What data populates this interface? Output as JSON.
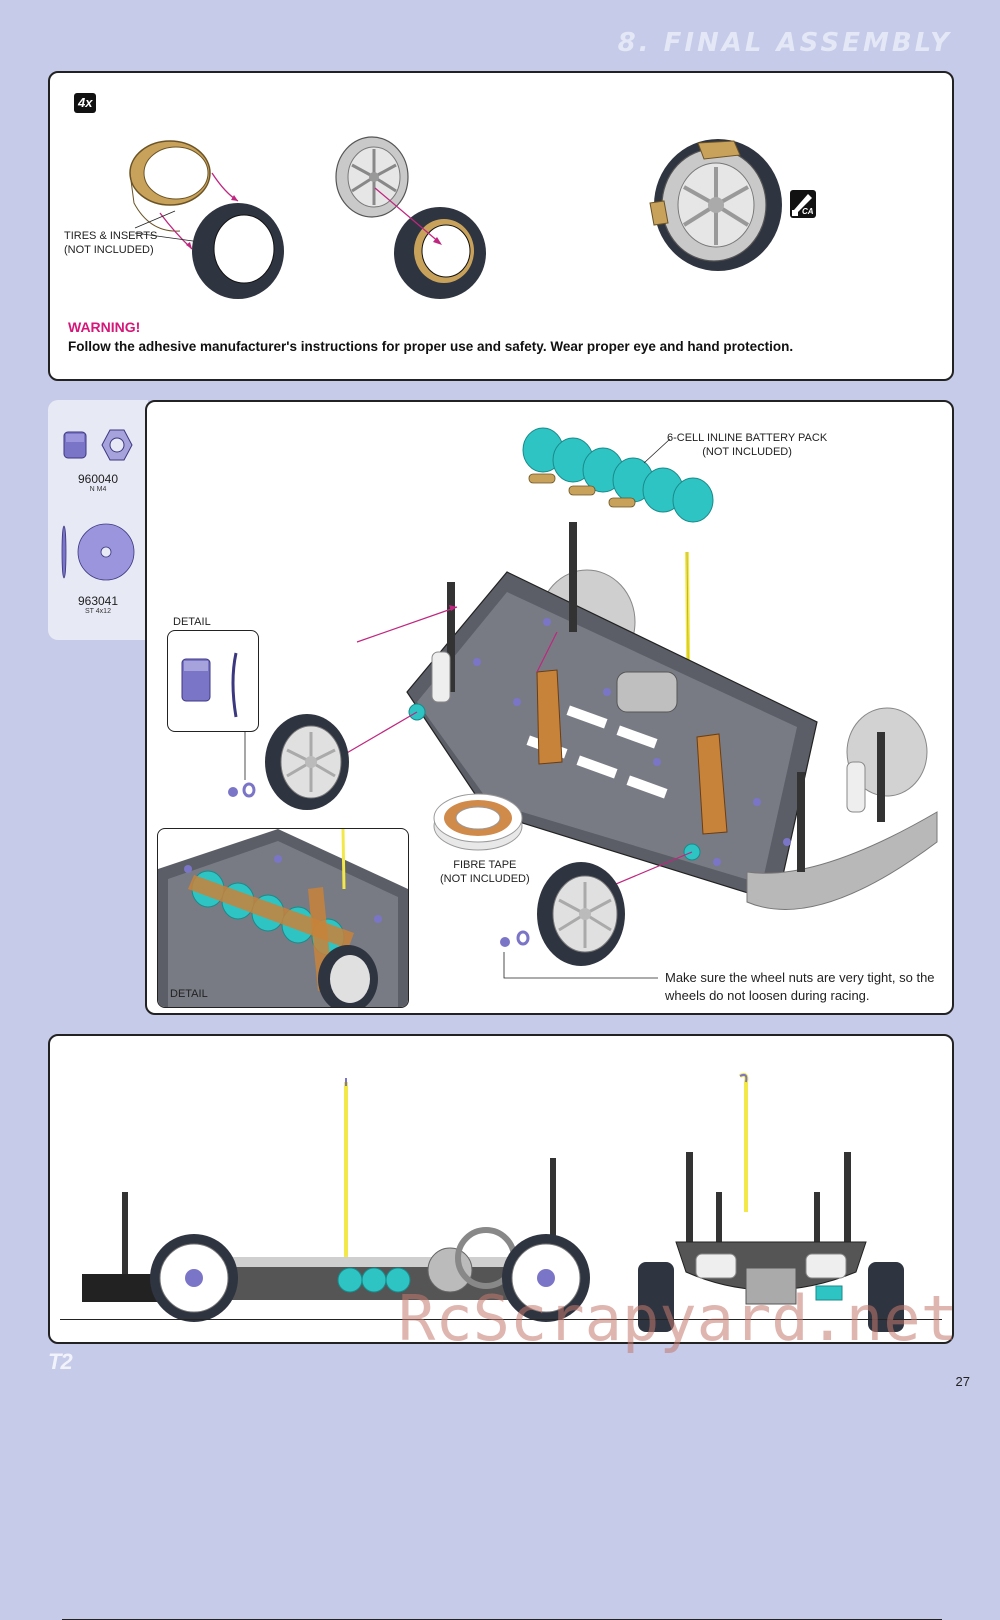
{
  "header": {
    "title": "8. FINAL ASSEMBLY"
  },
  "step1": {
    "badge": "4x",
    "tires_label_line1": "TIRES & INSERTS",
    "tires_label_line2": "(NOT INCLUDED)",
    "glue_icon_label": "CA",
    "warning_title": "WARNING!",
    "warning_text": "Follow the adhesive manufacturer's instructions for proper use and safety. Wear proper eye and hand protection."
  },
  "parts": [
    {
      "number": "960040",
      "desc": "N M4"
    },
    {
      "number": "963041",
      "desc": "ST 4x12"
    }
  ],
  "step2": {
    "detail_label_top": "DETAIL",
    "detail_label_bottom": "DETAIL",
    "battery_label_line1": "6-CELL INLINE BATTERY PACK",
    "battery_label_line2": "(NOT INCLUDED)",
    "fibre_label_line1": "FIBRE TAPE",
    "fibre_label_line2": "(NOT INCLUDED)",
    "note_line1": "Make sure the wheel nuts are very tight, so the",
    "note_line2": "wheels do not loosen during racing."
  },
  "footer": {
    "brand": "T2",
    "page_number": "27",
    "watermark": "RcScrapyard.net"
  },
  "colors": {
    "page_bg": "#c5cbe8",
    "warning": "#d6177a",
    "arrow": "#c0267f",
    "hardware": "#7b75c8",
    "tire": "#2e3440",
    "insert": "#c8a25a",
    "battery": "#2ec4c4",
    "antenna": "#f2e84a"
  }
}
